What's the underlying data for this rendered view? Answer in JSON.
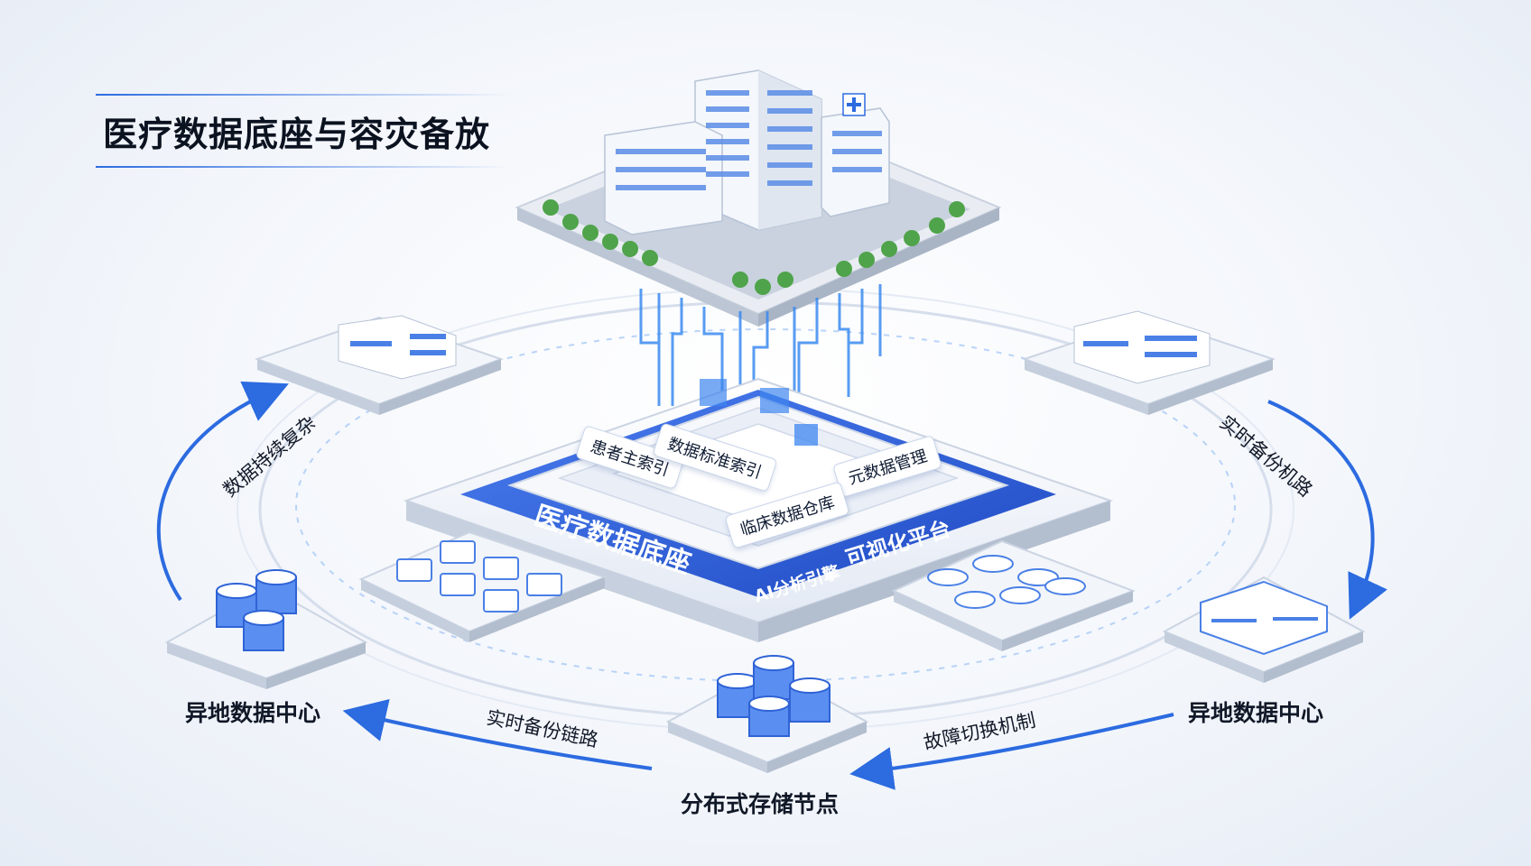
{
  "title": "医疗数据底座与容灾备放",
  "platform": {
    "main_label": "医疗数据底座",
    "sub_label_left": "AI分析引擎",
    "sub_label_right": "可视化平台",
    "modules": [
      "患者主索引",
      "数据标准索引",
      "元数据管理",
      "临床数据仓库"
    ]
  },
  "nodes": {
    "left_dc": "异地数据中心",
    "right_dc": "异地数据中心",
    "bottom_node": "分布式存储节点"
  },
  "links": {
    "left_arc": "数据持续复杂",
    "right_arc": "实时备份机路",
    "bottom_left": "实时备份链路",
    "bottom_right": "故障切换机制"
  },
  "colors": {
    "accent": "#2c6be0",
    "platform": "#2f5fd8",
    "ring": "#c7d3e8"
  }
}
